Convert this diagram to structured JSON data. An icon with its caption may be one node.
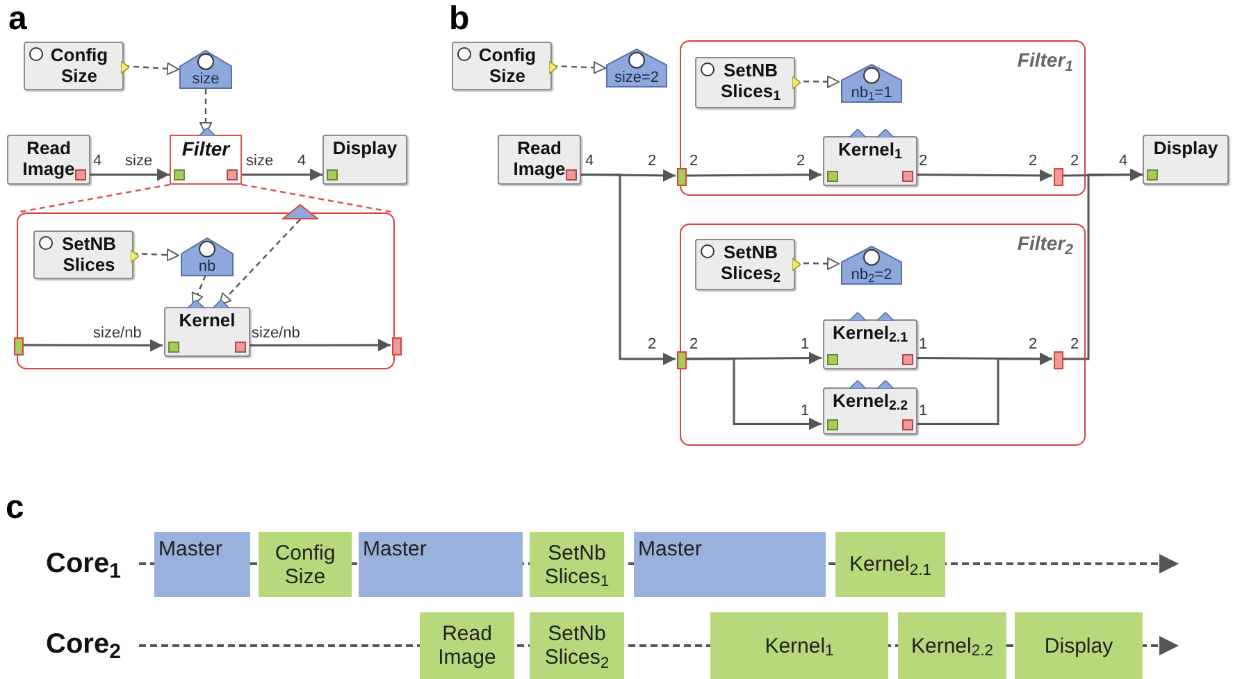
{
  "diagram": {
    "nodes": [
      {
        "text": [
          "Config Size"
        ]
      },
      {
        "text": [
          "size"
        ]
      },
      {
        "text": [
          "Filter"
        ]
      },
      {
        "text": [
          "Read Image"
        ]
      },
      {
        "text": [
          "Display"
        ]
      },
      {
        "text": [],
        "shape": "box"
      },
      {
        "text": [
          "SetNB Slices"
        ],
        "in": 5
      },
      {
        "text": [
          "nb"
        ],
        "in": 5
      },
      {
        "text": [
          "Kernel"
        ],
        "in": 5
      },
      {
        "text": [],
        "shape": "triangle"
      },
      {
        "text": [],
        "shape": "bar",
        "in": 5
      },
      {
        "text": [],
        "shape": "bar",
        "in": 5
      },
      {
        "text": [
          "Config Size"
        ]
      },
      {
        "text": [
          "size=2"
        ]
      },
      {
        "text": [
          "Read Image"
        ]
      },
      {
        "text": [
          "Filter$_{1}$"
        ]
      },
      {
        "text": [
          "SetNB Slices$_{1}$"
        ],
        "in": 15
      },
      {
        "text": [
          "nb$_{1}$=1"
        ],
        "in": 15
      },
      {
        "text": [
          "Kernel$_{1}$"
        ],
        "in": 15
      },
      {
        "text": [],
        "shape": "bar",
        "in": 15
      },
      {
        "text": [],
        "shape": "bar",
        "in": 15
      },
      {
        "text": [
          "Display"
        ]
      },
      {
        "text": [
          "Filter$_{2}$"
        ]
      },
      {
        "text": [
          "SetNB Slices$_{2}$"
        ],
        "in": 22
      },
      {
        "text": [
          "nb$_{2}$=2"
        ],
        "in": 22
      },
      {
        "text": [
          "Kernel$_{2.1}$"
        ],
        "in": 22
      },
      {
        "text": [
          "Kernel$_{2.2}$"
        ],
        "in": 22
      },
      {
        "text": [],
        "shape": "bar",
        "in": 22
      },
      {
        "text": [],
        "shape": "bar",
        "in": 22
      },
      {
        "text": [
          "Master"
        ]
      },
      {
        "text": [
          "Config Size"
        ]
      },
      {
        "text": [
          "Master"
        ]
      },
      {
        "text": [
          "SetNb Slices$_{1}$"
        ]
      },
      {
        "text": [
          "Master"
        ]
      },
      {
        "text": [
          "Kernel$_{2.1}$"
        ]
      },
      {
        "text": [
          "Read Image"
        ]
      },
      {
        "text": [
          "SetNb Slices$_{2}$"
        ]
      },
      {
        "text": [
          "Kernel$_{1}$"
        ]
      },
      {
        "text": [
          "Kernel$_{2.2}$"
        ]
      },
      {
        "text": [
          "Display"
        ]
      }
    ],
    "edges": [
      {
        "from": 0,
        "to": 1,
        "arrow": "to",
        "style": "dashed"
      },
      {
        "from": 1,
        "to": 2,
        "arrow": "to",
        "style": "dashed"
      },
      {
        "from": 3,
        "to": 2,
        "arrow": "to"
      },
      {
        "from": 2,
        "to": 4,
        "arrow": "to"
      },
      {
        "from": 2,
        "to": 5,
        "arrow": "none",
        "style": "dashed",
        "color": "#e05050"
      },
      {
        "from": 2,
        "to": 5,
        "arrow": "none",
        "style": "dashed",
        "color": "#e05050"
      },
      {
        "from": 6,
        "to": 7,
        "arrow": "to",
        "style": "dashed"
      },
      {
        "from": 7,
        "to": 8,
        "arrow": "to",
        "style": "dashed"
      },
      {
        "from": 9,
        "to": 8,
        "arrow": "to",
        "style": "dashed"
      },
      {
        "from": 10,
        "to": 8,
        "arrow": "to"
      },
      {
        "from": 8,
        "to": 11,
        "arrow": "to"
      },
      {
        "from": 12,
        "to": 13,
        "arrow": "to",
        "style": "dashed"
      },
      {
        "from": 14,
        "to": 19,
        "arrow": "to"
      },
      {
        "from": 14,
        "to": 27,
        "arrow": "to"
      },
      {
        "from": 19,
        "to": 18,
        "arrow": "to"
      },
      {
        "from": 16,
        "to": 17,
        "arrow": "to",
        "style": "dashed"
      },
      {
        "from": 18,
        "to": 20,
        "arrow": "to"
      },
      {
        "from": 20,
        "to": 21,
        "arrow": "to"
      },
      {
        "from": 28,
        "to": 21,
        "arrow": "to"
      },
      {
        "from": 23,
        "to": 24,
        "arrow": "to",
        "style": "dashed"
      },
      {
        "from": 27,
        "to": 25,
        "arrow": "to"
      },
      {
        "from": 27,
        "to": 26,
        "arrow": "to"
      },
      {
        "from": 25,
        "to": 28,
        "arrow": "to"
      },
      {
        "from": 26,
        "to": 28,
        "arrow": "to"
      }
    ],
    "labels": [
      "a",
      "4",
      "size",
      "size",
      "4",
      "size/nb",
      "size/nb",
      "b",
      "4",
      "2",
      "2",
      "2",
      "2",
      "2",
      "2",
      "4",
      "2",
      "2",
      "1",
      "1",
      "2",
      "2",
      "1",
      "1",
      "c",
      "Core$_{1}$",
      "Core$_{2}$"
    ]
  }
}
